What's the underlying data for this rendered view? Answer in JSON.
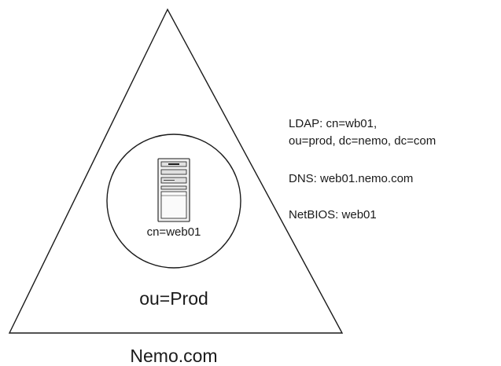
{
  "diagram": {
    "domain_label": "Nemo.com",
    "ou_label": "ou=Prod",
    "server_label": "cn=web01",
    "names": {
      "ldap_line1": "LDAP: cn=wb01,",
      "ldap_line2": "ou=prod, dc=nemo, dc=com",
      "dns": "DNS: web01.nemo.com",
      "netbios": "NetBIOS: web01"
    },
    "colors": {
      "stroke": "#1a1a1a",
      "background": "#ffffff",
      "server_body": "#f2f2f2",
      "server_panel": "#e0e0e0"
    }
  }
}
